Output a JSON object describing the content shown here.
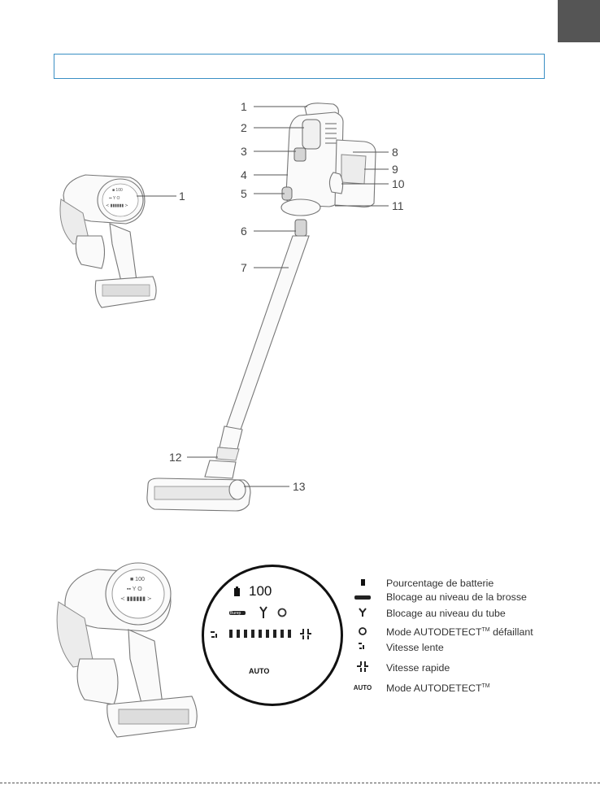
{
  "header": {
    "title_box_text": ""
  },
  "callouts": [
    "1",
    "2",
    "3",
    "4",
    "5",
    "6",
    "7",
    "8",
    "9",
    "10",
    "11",
    "12",
    "13"
  ],
  "inset_callout": "1",
  "display": {
    "battery_value": "100",
    "mode_label": "AUTO"
  },
  "legend": [
    {
      "icon": "battery-icon",
      "label": "Pourcentage de batterie"
    },
    {
      "icon": "brush-block-icon",
      "label": "Blocage au niveau de la brosse"
    },
    {
      "icon": "tube-block-icon",
      "label": "Blocage au niveau du tube"
    },
    {
      "icon": "autodetect-fault-icon",
      "label": "Mode AUTODETECT",
      "suffix": "TM",
      "tail": " défaillant"
    },
    {
      "icon": "low-speed-icon",
      "label": "Vitesse lente"
    },
    {
      "icon": "high-speed-icon",
      "label": "Vitesse rapide"
    },
    {
      "icon": "auto-icon",
      "label": "Mode AUTODETECT",
      "suffix": "TM",
      "tail": ""
    }
  ],
  "icon_text": {
    "auto": "AUTO"
  }
}
